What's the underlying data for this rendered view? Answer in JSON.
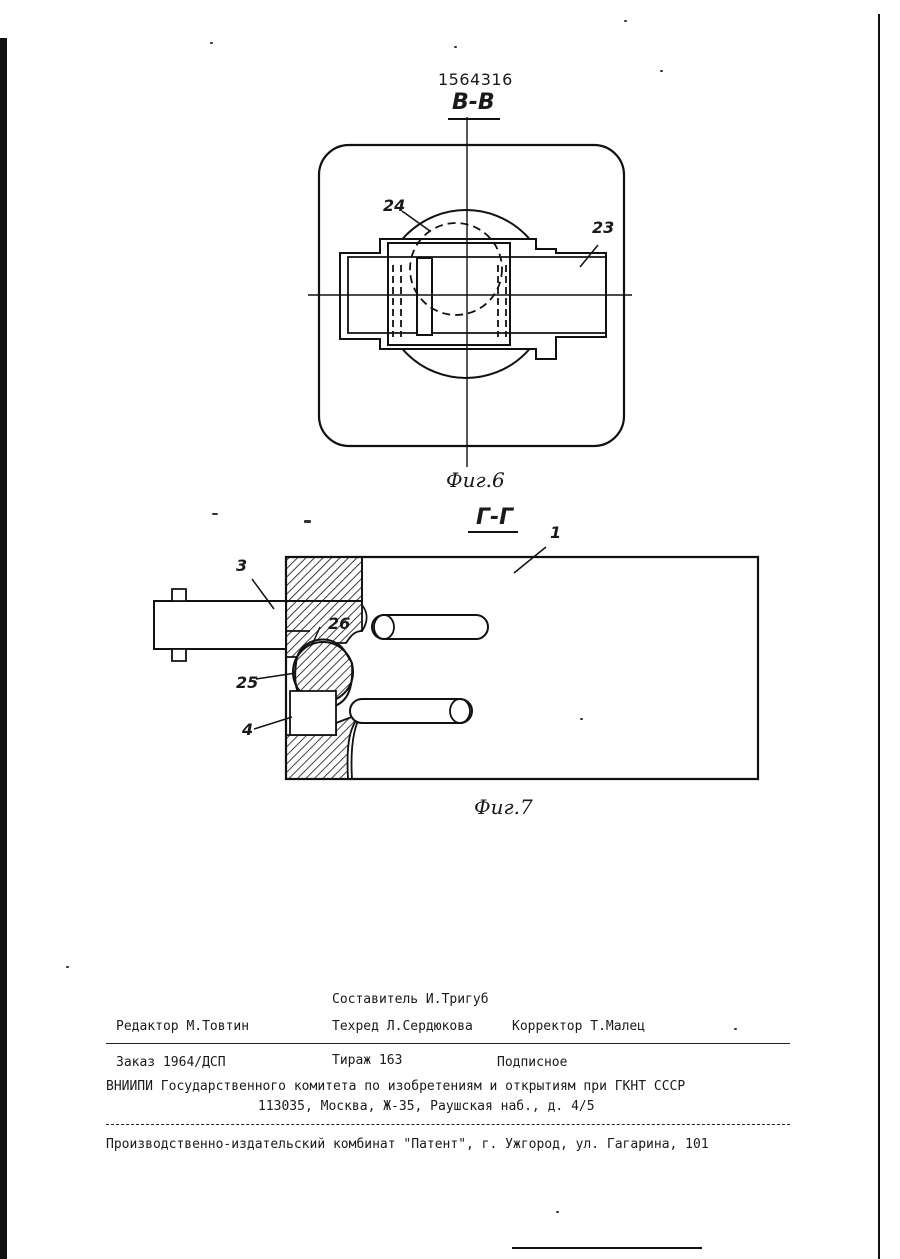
{
  "patent_number": "1564316",
  "figure_6": {
    "section_label": "В-В",
    "caption": "Фиг.6",
    "callouts": {
      "c24": "24",
      "c23": "23"
    }
  },
  "figure_7": {
    "section_label": "Г-Г",
    "caption": "Фиг.7",
    "callouts": {
      "c1": "1",
      "c3": "3",
      "c26": "26",
      "c25": "25",
      "c4": "4"
    }
  },
  "colophon": {
    "compiler": "Составитель И.Тригуб",
    "editor": "Редактор М.Товтин",
    "techred": "Техред Л.Сердюкова",
    "corrector": "Корректор Т.Малец",
    "order": "Заказ 1964/ДСП",
    "circulation": "Тираж 163",
    "subscription": "Подписное",
    "institute": "ВНИИПИ Государственного комитета по изобретениям и открытиям при ГКНТ СССР",
    "address": "113035, Москва, Ж-35, Раушская наб., д. 4/5",
    "printer": "Производственно-издательский комбинат \"Патент\", г. Ужгород, ул. Гагарина, 101"
  }
}
